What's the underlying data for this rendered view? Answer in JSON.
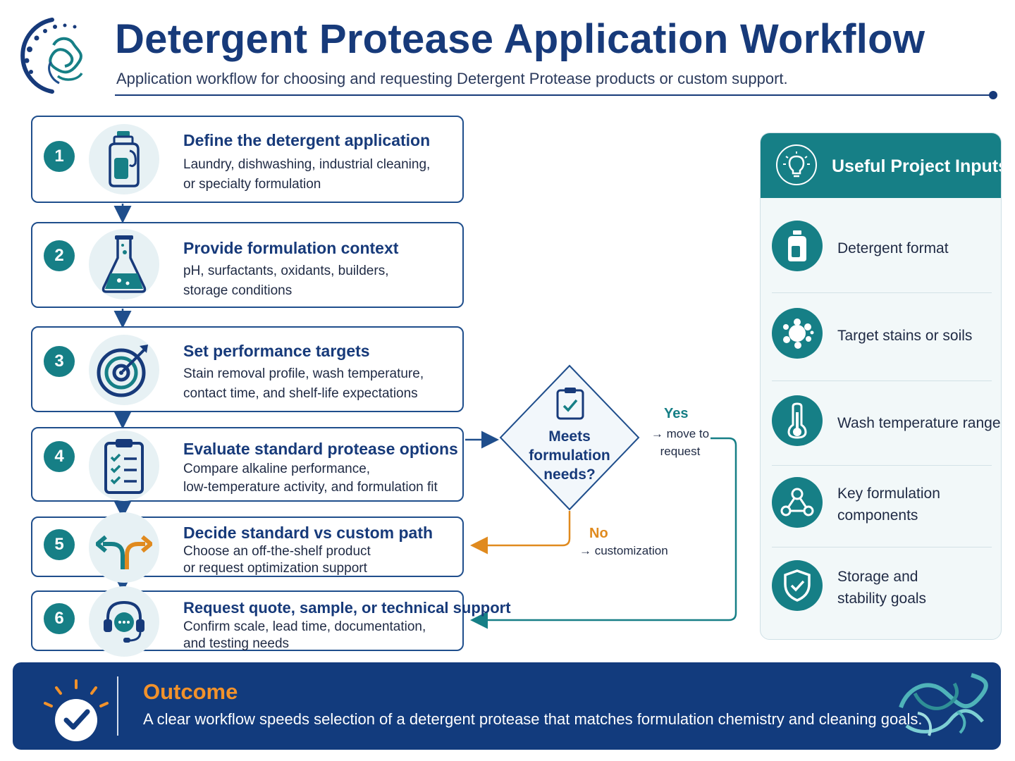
{
  "header": {
    "title": "Detergent Protease Application Workflow",
    "subtitle": "Application workflow for choosing and requesting Detergent Protease products or custom support."
  },
  "steps": [
    {
      "number": "1",
      "title": "Define the detergent application",
      "desc_lines": [
        "Laundry, dishwashing, industrial cleaning,",
        "or specialty formulation"
      ],
      "icon": "detergent-bottle-icon"
    },
    {
      "number": "2",
      "title": "Provide formulation context",
      "desc_lines": [
        "pH, surfactants, oxidants, builders,",
        "storage conditions"
      ],
      "icon": "flask-icon"
    },
    {
      "number": "3",
      "title": "Set performance targets",
      "desc_lines": [
        "Stain removal profile, wash temperature,",
        "contact time, and shelf-life expectations"
      ],
      "icon": "target-icon"
    },
    {
      "number": "4",
      "title": "Evaluate standard protease options",
      "desc_lines": [
        "Compare alkaline performance,",
        "low-temperature activity, and formulation fit"
      ],
      "icon": "clipboard-checklist-icon"
    },
    {
      "number": "5",
      "title": "Decide standard vs custom path",
      "desc_lines": [
        "Choose an off-the-shelf product",
        "or request optimization support"
      ],
      "icon": "split-arrows-icon"
    },
    {
      "number": "6",
      "title": "Request quote, sample, or technical support",
      "desc_lines": [
        "Confirm scale, lead time, documentation,",
        "and testing needs"
      ],
      "icon": "headset-chat-icon"
    }
  ],
  "decision": {
    "question_lines": [
      "Meets",
      "formulation",
      "needs?"
    ],
    "yes_label": "Yes",
    "yes_desc_lines": [
      "→ move to",
      "request"
    ],
    "no_label": "No",
    "no_desc": "→ customization"
  },
  "inputs_panel": {
    "title": "Useful Project Inputs",
    "items": [
      {
        "label_lines": [
          "Detergent format"
        ],
        "icon": "bottle-icon"
      },
      {
        "label_lines": [
          "Target stains or soils"
        ],
        "icon": "stain-splat-icon"
      },
      {
        "label_lines": [
          "Wash temperature range"
        ],
        "icon": "thermometer-icon"
      },
      {
        "label_lines": [
          "Key formulation",
          "components"
        ],
        "icon": "molecule-nodes-icon"
      },
      {
        "label_lines": [
          "Storage and",
          "stability goals"
        ],
        "icon": "shield-check-icon"
      }
    ]
  },
  "outcome": {
    "title": "Outcome",
    "text": "A clear workflow speeds selection of a detergent protease that matches formulation chemistry and cleaning goals."
  },
  "colors": {
    "navy": "#173a7a",
    "teal": "#167f86",
    "orange": "#e08a1e",
    "outcome_bg": "#123b7d"
  }
}
